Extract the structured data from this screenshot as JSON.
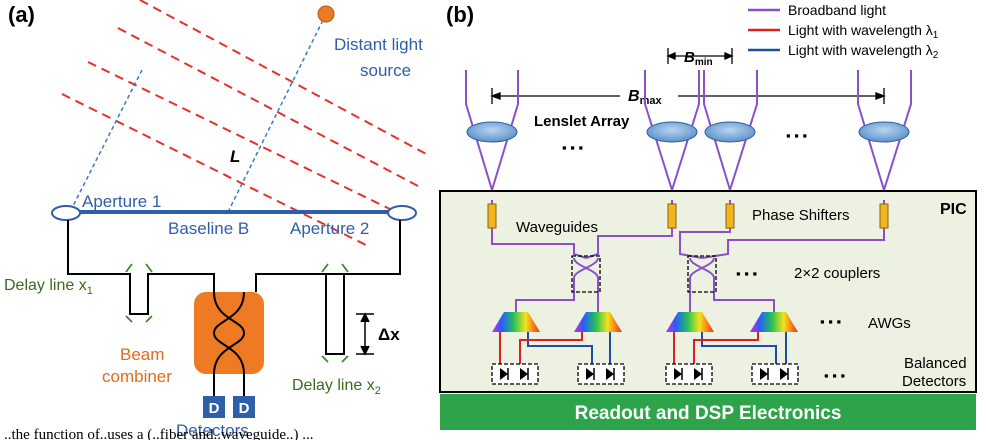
{
  "panel_a": {
    "label": "(a)",
    "source_label_line1": "Distant light",
    "source_label_line2": "source",
    "L_label": "L",
    "aperture1": "Aperture 1",
    "aperture2": "Aperture 2",
    "baseline": "Baseline B",
    "delay1_text": "Delay line x",
    "delay1_sub": "1",
    "delay2_text": "Delay line x",
    "delay2_sub": "2",
    "beam_combiner_line1": "Beam",
    "beam_combiner_line2": "combiner",
    "detector_letter": "D",
    "detectors": "Detectors",
    "dx_label": "Δx"
  },
  "panel_b": {
    "label": "(b)",
    "legend": [
      {
        "text": "Broadband light",
        "color": "#8a4fc9"
      },
      {
        "text": "Light with wavelength λ",
        "sub": "1",
        "color": "#e02020"
      },
      {
        "text": "Light with wavelength λ",
        "sub": "2",
        "color": "#1f4e9c"
      }
    ],
    "bmin": "B",
    "bmin_sub": "min",
    "bmax": "B",
    "bmax_sub": "max",
    "lenslet_array": "Lenslet Array",
    "pic": "PIC",
    "waveguides": "Waveguides",
    "phase_shifters": "Phase Shifters",
    "couplers": "2×2 couplers",
    "awgs": "AWGs",
    "balanced_line1": "Balanced",
    "balanced_line2": "Detectors",
    "dots": "▪ ▪ ▪",
    "readout": "Readout and DSP Electronics"
  },
  "caption_fragment": "..the function of..uses a (..fiber and..waveguide..) ..."
}
